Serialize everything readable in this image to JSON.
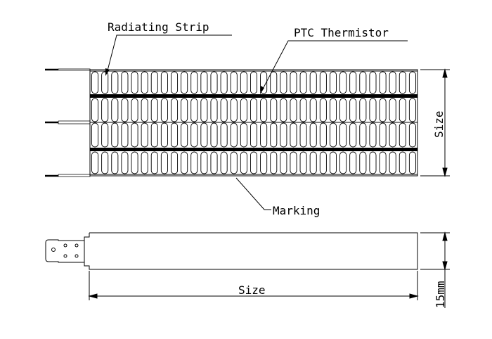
{
  "labels": {
    "radiating_strip": "Radiating Strip",
    "ptc_thermistor": "PTC Thermistor",
    "marking": "Marking",
    "size_vertical": "Size",
    "size_horizontal": "Size",
    "thickness": "15mm"
  },
  "fin_count": 33
}
